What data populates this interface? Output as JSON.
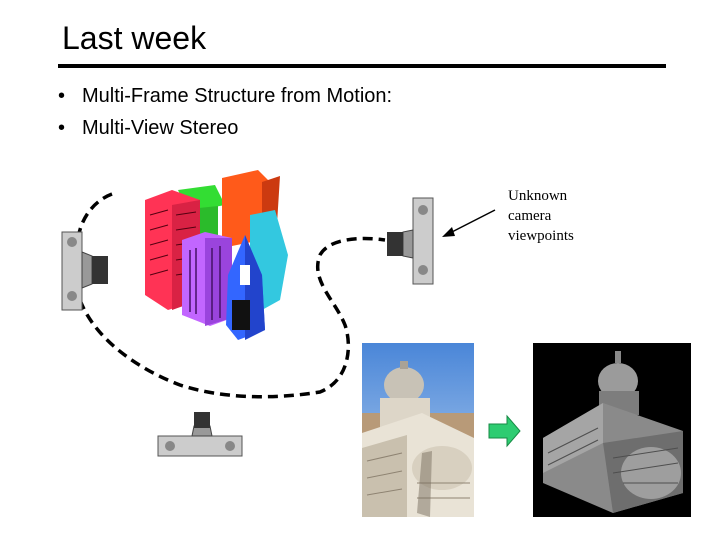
{
  "slide": {
    "title": "Last week",
    "bullets": [
      {
        "marker": "•",
        "text": "Multi-Frame Structure from Motion:"
      },
      {
        "marker": "•",
        "text": "Multi-View Stereo"
      }
    ]
  },
  "annotation": {
    "lines": [
      "Unknown",
      "camera",
      "viewpoints"
    ]
  },
  "colors": {
    "camera_path": "#000000",
    "arrow_fill": "#2ecc71",
    "building_red": "#ff3355",
    "building_green": "#33dd33",
    "building_orange": "#ff5a1a",
    "building_cyan": "#33c8e0",
    "building_purple": "#c266ff",
    "building_blue": "#3366ff"
  },
  "icons": [
    "camera-icon",
    "green-right-arrow-icon",
    "city-buildings-illustration",
    "cathedral-photo",
    "cathedral-3d-model"
  ]
}
